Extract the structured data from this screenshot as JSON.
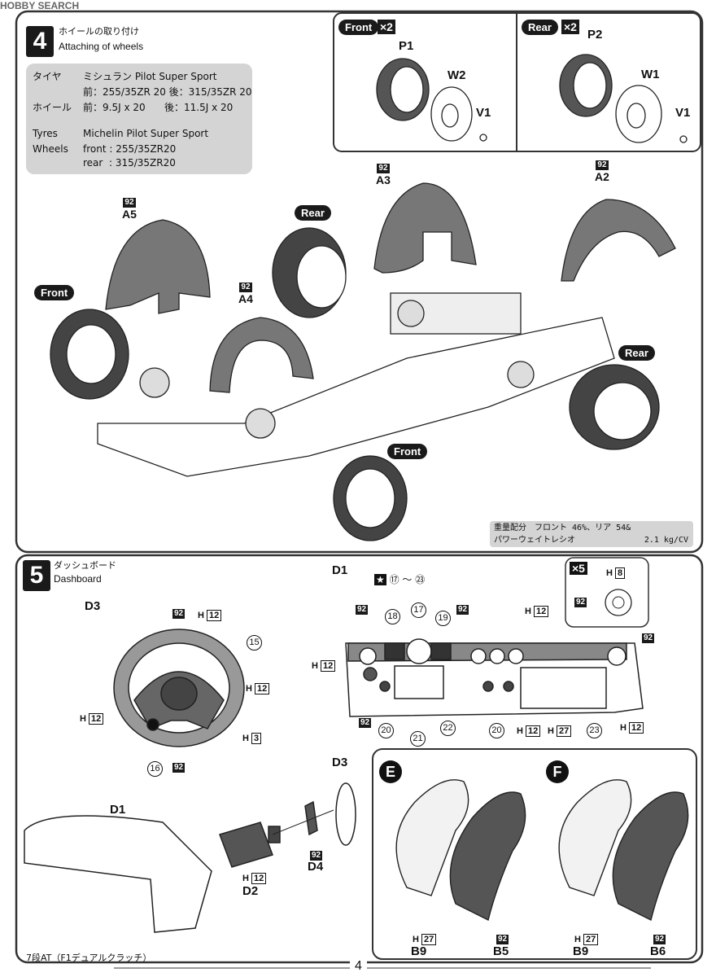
{
  "watermark": "HOBBY SEARCH",
  "step4": {
    "number": "4",
    "title_jp": "ホイールの取り付け",
    "title_en": "Attaching of wheels",
    "spec": {
      "tire_label_jp": "タイヤ",
      "tire_value_jp": "ミシュラン Pilot Super Sport",
      "tire_sizes_jp": "前：255/35ZR 20 後：315/35ZR 20",
      "wheel_label_jp": "ホイール",
      "wheel_front_jp": "前：9.5J x 20",
      "wheel_rear_jp": "後：11.5J x 20",
      "tyres_label": "Tyres",
      "tyres_value": "Michelin Pilot Super Sport",
      "wheels_label": "Wheels",
      "front_size": "front : 255/35ZR20",
      "rear_size": "rear  : 315/35ZR20"
    },
    "front_box": {
      "tag": "Front",
      "mult": "×2",
      "p": "P1",
      "w": "W2",
      "v": "V1"
    },
    "rear_box": {
      "tag": "Rear",
      "mult": "×2",
      "p": "P2",
      "w": "W1",
      "v": "V1"
    },
    "parts": {
      "a5": "A5",
      "a4": "A4",
      "a3": "A3",
      "a2": "A2",
      "paint": "92"
    },
    "tags": {
      "front": "Front",
      "rear": "Rear"
    },
    "weight_note_line1": "重量配分　フロント 46%、リア 54&",
    "weight_note_line2_label": "パワーウェイトレシオ",
    "weight_note_line2_value": "2.1 kg/CV"
  },
  "step5": {
    "number": "5",
    "title_jp": "ダッシュボード",
    "title_en": "Dashboard",
    "d3": "D3",
    "d1": "D1",
    "d2": "D2",
    "d4": "D4",
    "decal_range": "⑰ ～ ㉓",
    "mult5": "×5",
    "h": "H",
    "h8": "8",
    "h12": "12",
    "h3": "3",
    "h27": "27",
    "paint92": "92",
    "n15": "15",
    "n16": "16",
    "n17": "17",
    "n18": "18",
    "n19": "19",
    "n20": "20",
    "n21": "21",
    "n22": "22",
    "n23": "23",
    "gearbox_note": "7段AT（F1デュアルクラッチ）"
  },
  "seats": {
    "e": "E",
    "f": "F",
    "b9": "B9",
    "b5": "B5",
    "b6": "B6"
  },
  "page_number": "4"
}
